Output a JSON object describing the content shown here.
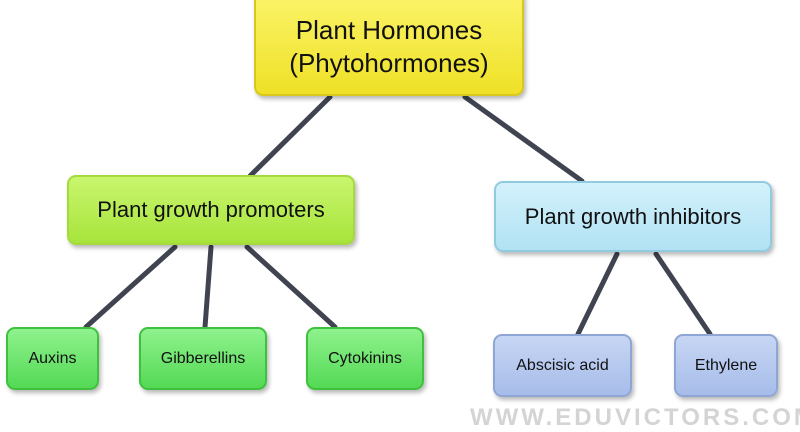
{
  "root": {
    "line1": "Plant Hormones",
    "line2": "(Phytohormones)"
  },
  "branches": {
    "promoters": {
      "label": "Plant growth promoters",
      "children": [
        "Auxins",
        "Gibberellins",
        "Cytokinins"
      ]
    },
    "inhibitors": {
      "label": "Plant growth inhibitors",
      "children": [
        "Abscisic acid",
        "Ethylene"
      ]
    }
  },
  "watermark": "WWW.EDUVICTORS.COM",
  "colors": {
    "root": "#f5ea45",
    "promoters": "#b8ee55",
    "inhibitors": "#c2e9f7",
    "promoter_leaves": "#6fe46f",
    "inhibitor_leaves": "#b6c9ee",
    "connector": "#3f4450"
  }
}
